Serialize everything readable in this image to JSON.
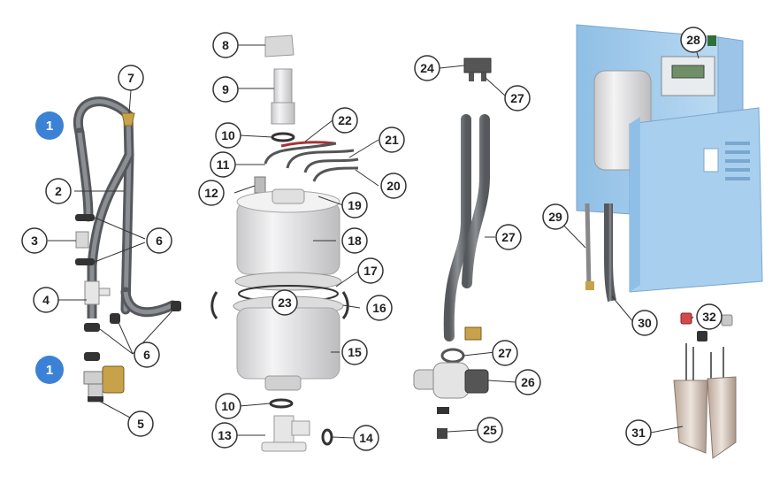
{
  "colors": {
    "callout_ring": "#333333",
    "callout_fill": "#ffffff",
    "highlight": "#3b82d6",
    "hose": "#6b6e73",
    "cylinder": "#e9e9ea",
    "cabinet": "#a9cfee",
    "brass": "#c8a24a"
  },
  "callouts": {
    "c1a": "1",
    "c1b": "1",
    "c2": "2",
    "c3": "3",
    "c4": "4",
    "c5": "5",
    "c6a": "6",
    "c6b": "6",
    "c7": "7",
    "c8": "8",
    "c9": "9",
    "c10a": "10",
    "c10b": "10",
    "c11": "11",
    "c12": "12",
    "c13": "13",
    "c14": "14",
    "c15": "15",
    "c16": "16",
    "c17": "17",
    "c18": "18",
    "c19": "19",
    "c20": "20",
    "c21": "21",
    "c22": "22",
    "c23": "23",
    "c24": "24",
    "c25": "25",
    "c26": "26",
    "c27a": "27",
    "c27b": "27",
    "c27c": "27",
    "c28": "28",
    "c29": "29",
    "c30": "30",
    "c31": "31",
    "c32": "32"
  }
}
